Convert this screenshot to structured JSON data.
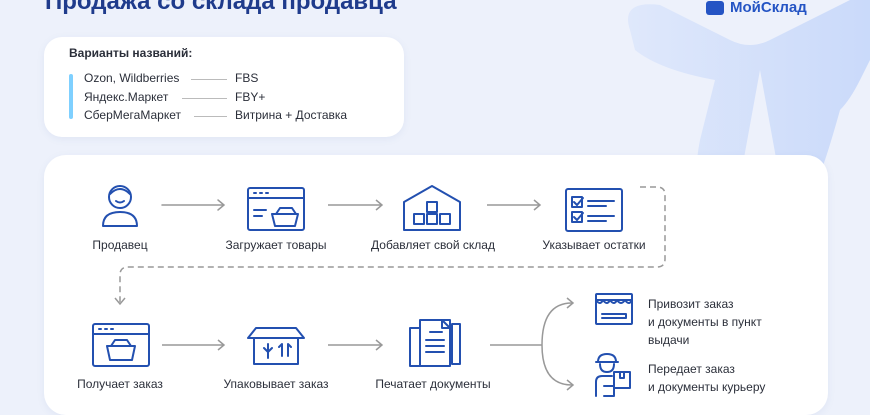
{
  "title": "Продажа со склада продавца",
  "logo": "МойСклад",
  "variants": {
    "heading": "Варианты названий:",
    "rows": [
      {
        "marketplace": "Ozon, Wildberries",
        "scheme": "FBS"
      },
      {
        "marketplace": "Яндекс.Маркет",
        "scheme": "FBY+"
      },
      {
        "marketplace": "СберМегаМаркет",
        "scheme": "Витрина + Доставка"
      }
    ]
  },
  "steps": [
    {
      "label": "Продавец",
      "icon": "person-icon"
    },
    {
      "label": "Загружает товары",
      "icon": "basket-window-icon"
    },
    {
      "label": "Добавляет свой склад",
      "icon": "warehouse-icon"
    },
    {
      "label": "Указывает остатки",
      "icon": "checklist-icon"
    },
    {
      "label": "Получает заказ",
      "icon": "basket-window-icon"
    },
    {
      "label": "Упаковывает заказ",
      "icon": "box-icon"
    },
    {
      "label": "Печатает документы",
      "icon": "documents-icon"
    }
  ],
  "outcomes": [
    {
      "line1": "Привозит заказ",
      "line2": "и документы в пункт",
      "line3": "выдачи",
      "icon": "pickup-point-icon"
    },
    {
      "line1": "Передает заказ",
      "line2": "и документы курьеру",
      "icon": "courier-icon"
    }
  ],
  "colors": {
    "accent": "#2350b0",
    "title": "#1f3b8c",
    "bar": "#7fd0ff"
  }
}
